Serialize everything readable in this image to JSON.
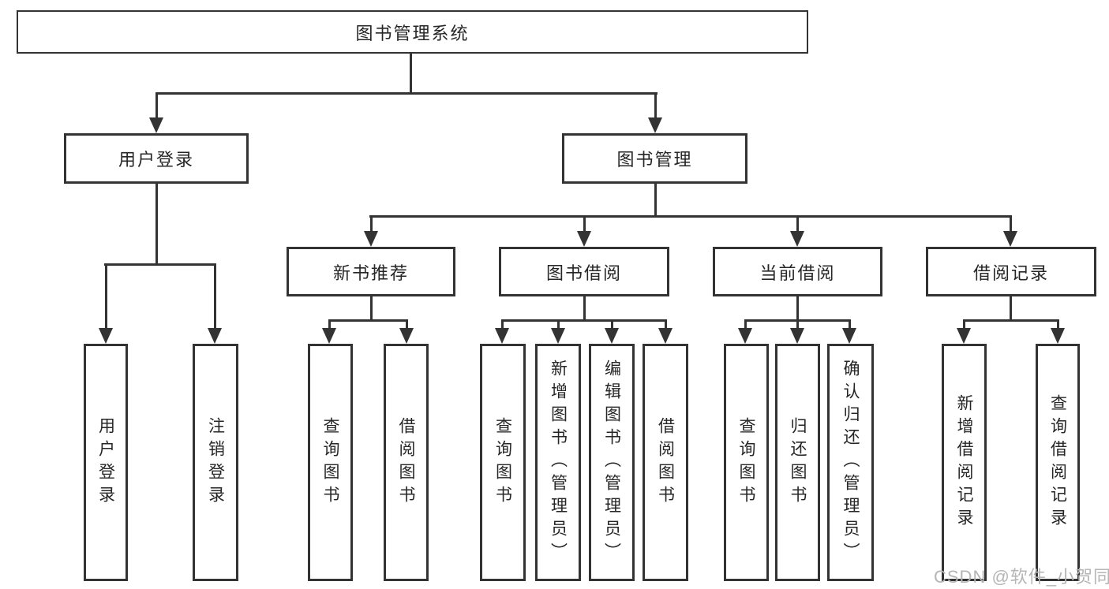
{
  "diagram": {
    "root": {
      "label": "图书管理系统"
    },
    "level2": [
      {
        "id": "user-login",
        "label": "用户登录"
      },
      {
        "id": "book-management",
        "label": "图书管理"
      }
    ],
    "level3": [
      {
        "id": "new-book-recommend",
        "label": "新书推荐",
        "parent": "book-management"
      },
      {
        "id": "book-borrow",
        "label": "图书借阅",
        "parent": "book-management"
      },
      {
        "id": "current-borrow",
        "label": "当前借阅",
        "parent": "book-management"
      },
      {
        "id": "borrow-records",
        "label": "借阅记录",
        "parent": "book-management"
      }
    ],
    "leaves": [
      {
        "label": "用户登录",
        "parent": "user-login"
      },
      {
        "label": "注销登录",
        "parent": "user-login"
      },
      {
        "label": "查询图书",
        "parent": "new-book-recommend"
      },
      {
        "label": "借阅图书",
        "parent": "new-book-recommend"
      },
      {
        "label": "查询图书",
        "parent": "book-borrow"
      },
      {
        "label": "新增图书（管理员）",
        "parent": "book-borrow"
      },
      {
        "label": "编辑图书（管理员）",
        "parent": "book-borrow"
      },
      {
        "label": "借阅图书",
        "parent": "book-borrow"
      },
      {
        "label": "查询图书",
        "parent": "current-borrow"
      },
      {
        "label": "归还图书",
        "parent": "current-borrow"
      },
      {
        "label": "确认归还（管理员）",
        "parent": "current-borrow"
      },
      {
        "label": "新增借阅记录",
        "parent": "borrow-records"
      },
      {
        "label": "查询借阅记录",
        "parent": "borrow-records"
      }
    ]
  },
  "watermark": {
    "text": "CSDN @软件_小贺同学"
  },
  "colors": {
    "line": "#333333",
    "text": "#262626",
    "background": "#ffffff",
    "watermark": "#b5b5b5"
  }
}
